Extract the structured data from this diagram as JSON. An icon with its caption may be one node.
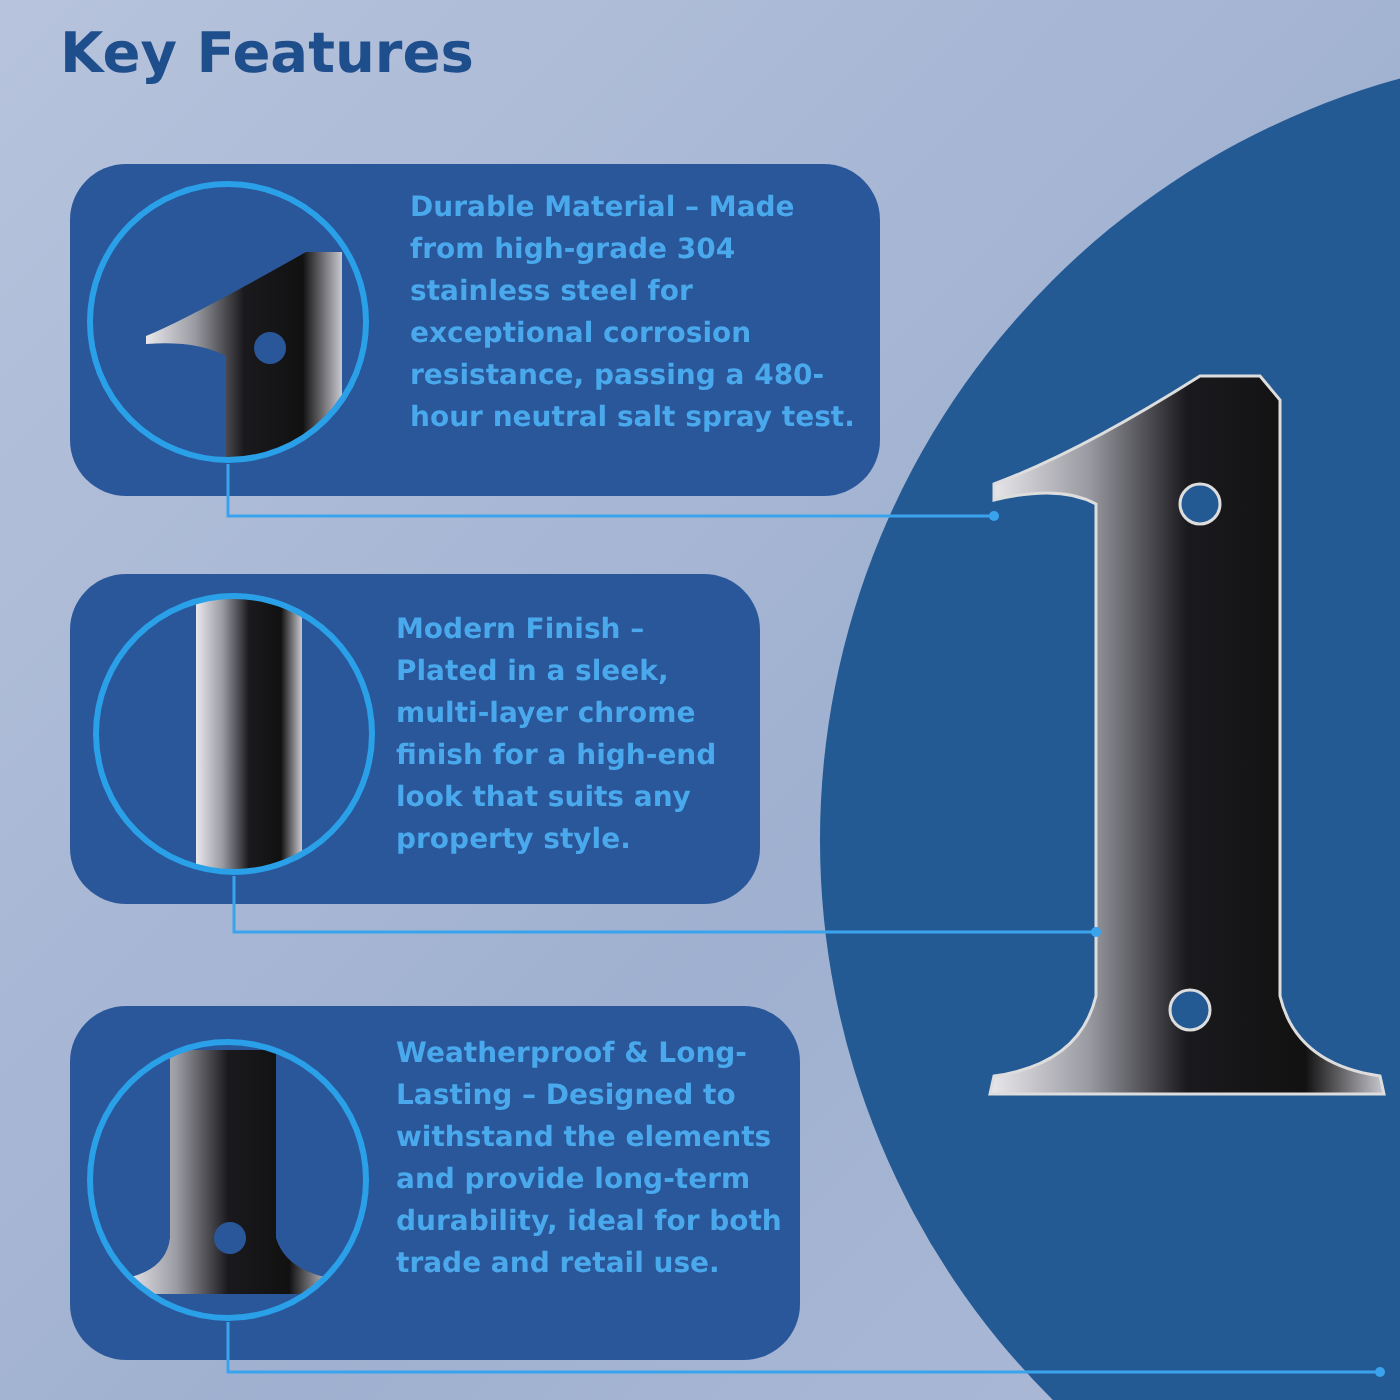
{
  "diagram": {
    "title": "Key Features",
    "nodes": [
      {
        "text": [
          "Durable Material – Made from high-grade 304 stainless steel for exceptional corrosion resistance, passing a 480-hour neutral salt spray test."
        ]
      },
      {
        "text": [],
        "shape": "picture",
        "in": 0
      },
      {
        "text": [
          "Modern Finish – Plated in a sleek, multi-layer chrome finish for a high-end look that suits any property style."
        ]
      },
      {
        "text": [],
        "shape": "picture",
        "in": 2
      },
      {
        "text": [
          "Weatherproof & Long-Lasting – Designed to withstand the elements and provide long-term durability, ideal for both trade and retail use."
        ]
      },
      {
        "text": [],
        "shape": "picture",
        "in": 4
      },
      {
        "text": [],
        "shape": "picture"
      }
    ],
    "edges": [
      {
        "from": 1,
        "to": 6,
        "arrow": "other"
      },
      {
        "from": 3,
        "to": 6,
        "arrow": "other"
      },
      {
        "from": 5,
        "to": null,
        "arrow": "other"
      }
    ]
  }
}
